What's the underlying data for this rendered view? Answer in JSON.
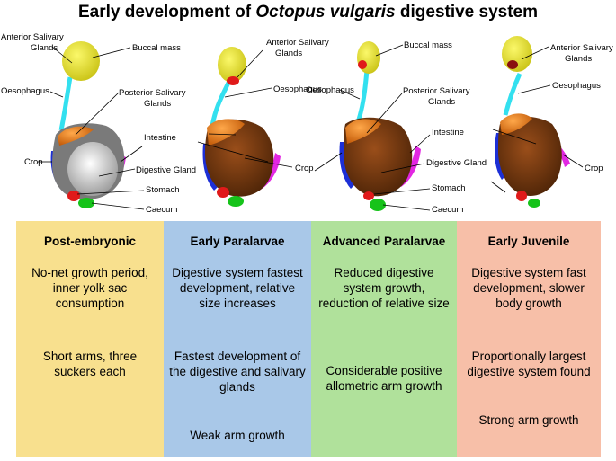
{
  "title": {
    "prefix": "Early development of ",
    "species": "Octopus vulgaris",
    "suffix": " digestive system"
  },
  "labels": {
    "anterior_salivary_1": "Anterior Salivary",
    "anterior_salivary_2": "Glands",
    "buccal_mass": "Buccal mass",
    "oesophagus": "Oesophagus",
    "posterior_salivary_1": "Posterior Salivary",
    "posterior_salivary_2": "Glands",
    "crop": "Crop",
    "intestine": "Intestine",
    "digestive_gland": "Digestive Gland",
    "stomach": "Stomach",
    "caecum": "Caecum"
  },
  "stages": [
    {
      "name": "Post-embryonic",
      "color": "#f8e08e",
      "texts": [
        "No-net growth period, inner yolk sac consumption",
        "Short arms, three suckers each"
      ]
    },
    {
      "name": "Early Paralarvae",
      "color": "#a9c8e8",
      "texts": [
        "Digestive system fastest development, relative size increases",
        "Fastest development of the digestive and salivary glands",
        "Weak arm growth"
      ]
    },
    {
      "name": "Advanced Paralarvae",
      "color": "#b0e19b",
      "texts": [
        "Reduced digestive system growth, reduction of relative size",
        "Considerable positive allometric arm growth"
      ]
    },
    {
      "name": "Early Juvenile",
      "color": "#f7bfa8",
      "texts": [
        "Digestive system fast development, slower body growth",
        "Proportionally largest digestive system found",
        "Strong arm growth"
      ]
    }
  ],
  "colors": {
    "salivary": "#f2ee32",
    "oesophagus": "#33e0ef",
    "crop": "#1c2fd6",
    "posterior_salivary": "#f07d1a",
    "digestive_gland": "#7a3a0e",
    "intestine": "#e227e2",
    "stomach": "#e01a1a",
    "caecum": "#16c31a",
    "yolk": "#d8d8d8"
  }
}
